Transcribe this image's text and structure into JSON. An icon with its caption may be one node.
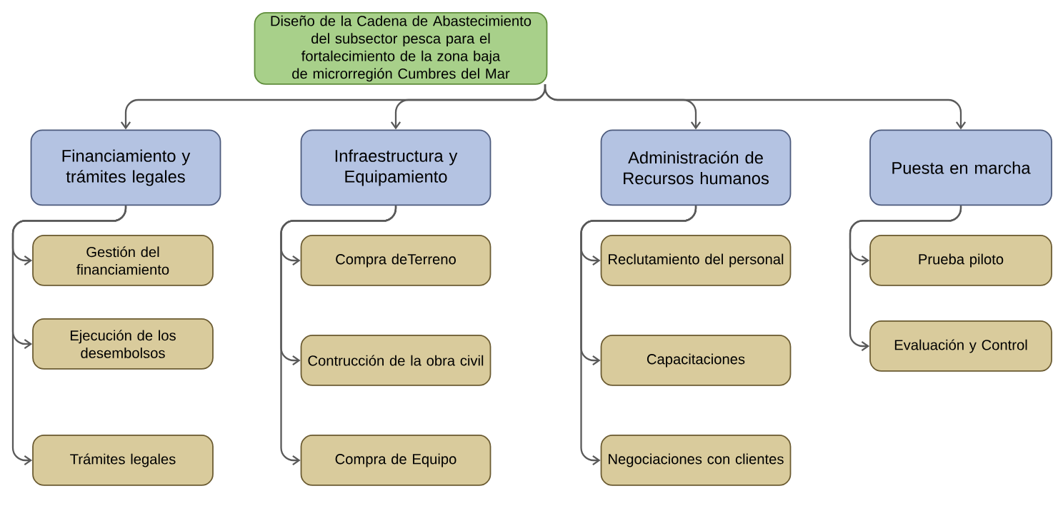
{
  "diagram": {
    "nodes": [
      {
        "text": [
          "Diseño de la Cadena de Abastecimiento del subsector pesca para el fortalecimiento de la zona baja de microrregión Cumbres del Mar"
        ]
      },
      {
        "text": [
          "Financiamiento y trámites legales"
        ]
      },
      {
        "text": [
          "Infraestructura y Equipamiento"
        ]
      },
      {
        "text": [
          "Administración de Recursos humanos"
        ]
      },
      {
        "text": [
          "Puesta en marcha"
        ]
      },
      {
        "text": [
          "Gestión del financiamiento"
        ]
      },
      {
        "text": [
          "Ejecución de los desembolsos"
        ]
      },
      {
        "text": [
          "Trámites legales"
        ]
      },
      {
        "text": [
          "Compra deTerreno"
        ]
      },
      {
        "text": [
          "Contrucción de la obra civil"
        ]
      },
      {
        "text": [
          "Compra de Equipo"
        ]
      },
      {
        "text": [
          "Reclutamiento del personal"
        ]
      },
      {
        "text": [
          "Capacitaciones"
        ]
      },
      {
        "text": [
          "Negociaciones con clientes"
        ]
      },
      {
        "text": [
          "Prueba piloto"
        ]
      },
      {
        "text": [
          "Evaluación y Control"
        ]
      }
    ],
    "edges": [
      {
        "from": 0,
        "to": 1,
        "arrow": "to"
      },
      {
        "from": 0,
        "to": 2,
        "arrow": "to"
      },
      {
        "from": 0,
        "to": 3,
        "arrow": "to"
      },
      {
        "from": 0,
        "to": 4,
        "arrow": "to"
      },
      {
        "from": 1,
        "to": 5,
        "arrow": "to"
      },
      {
        "from": 1,
        "to": 6,
        "arrow": "to"
      },
      {
        "from": 1,
        "to": 7,
        "arrow": "to"
      },
      {
        "from": 2,
        "to": 8,
        "arrow": "to"
      },
      {
        "from": 2,
        "to": 9,
        "arrow": "to"
      },
      {
        "from": 2,
        "to": 10,
        "arrow": "to"
      },
      {
        "from": 3,
        "to": 11,
        "arrow": "to"
      },
      {
        "from": 3,
        "to": 12,
        "arrow": "to"
      },
      {
        "from": 3,
        "to": 13,
        "arrow": "to"
      },
      {
        "from": 4,
        "to": 14,
        "arrow": "to"
      },
      {
        "from": 4,
        "to": 15,
        "arrow": "to"
      }
    ]
  }
}
